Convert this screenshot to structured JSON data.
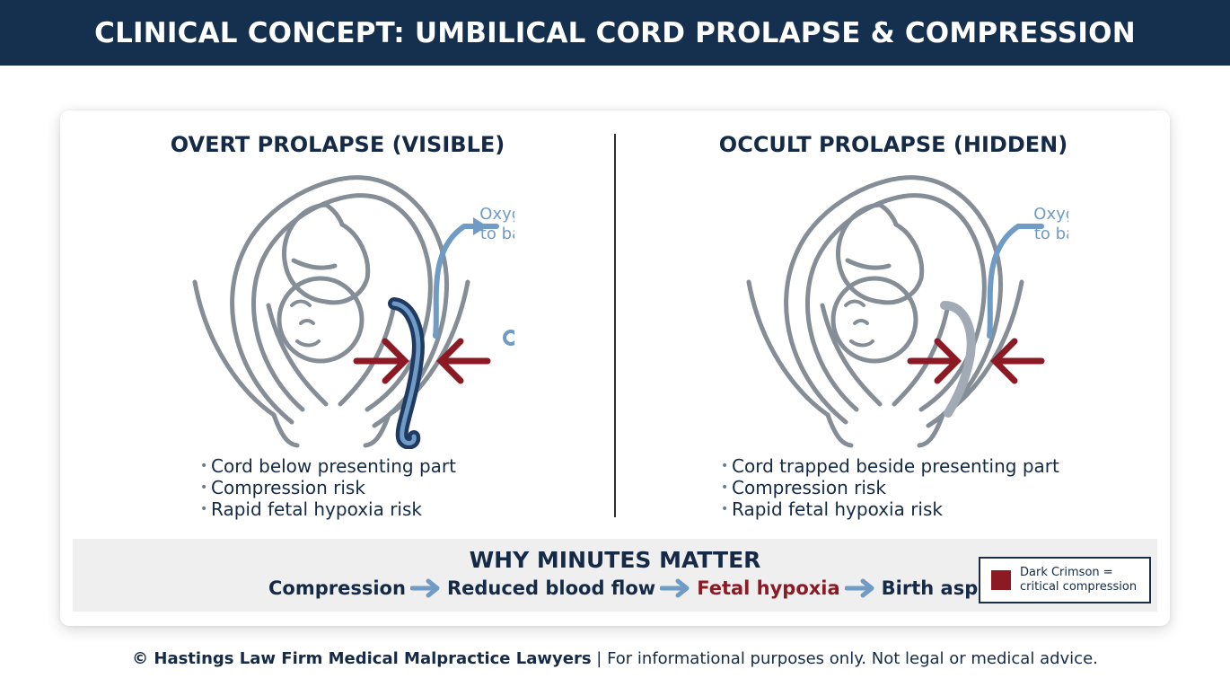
{
  "header": {
    "title": "CLINICAL CONCEPT: UMBILICAL CORD PROLAPSE & COMPRESSION"
  },
  "panels": [
    {
      "title": "OVERT PROLAPSE (VISIBLE)",
      "oxygen_line1": "Oxygen",
      "oxygen_line2": "to baby",
      "bullets": [
        "Cord below presenting part",
        "Compression risk",
        "Rapid fetal hypoxia risk"
      ]
    },
    {
      "title": "OCCULT PROLAPSE (HIDDEN)",
      "oxygen_line1": "Oxygen",
      "oxygen_line2": "to baby",
      "bullets": [
        "Cord trapped beside presenting part",
        "Compression risk",
        "Rapid fetal hypoxia risk"
      ]
    }
  ],
  "minutes": {
    "title": "WHY MINUTES MATTER",
    "steps": [
      "Compression",
      "Reduced blood flow",
      "Fetal hypoxia",
      "Birth asphyxia"
    ]
  },
  "legend": {
    "line1": "Dark Crimson =",
    "line2": "critical compression"
  },
  "footer": {
    "brand": "© Hastings Law Firm Medical Malpractice Lawyers",
    "rest": " | For informational purposes only. Not legal or medical advice."
  },
  "colors": {
    "header_bg": "#15304f",
    "navy_text": "#142a47",
    "crimson": "#8c1a24",
    "oxygen_blue": "#6f9bc4",
    "outline_gray": "#858d96",
    "cord_navy": "#1f3a63"
  }
}
